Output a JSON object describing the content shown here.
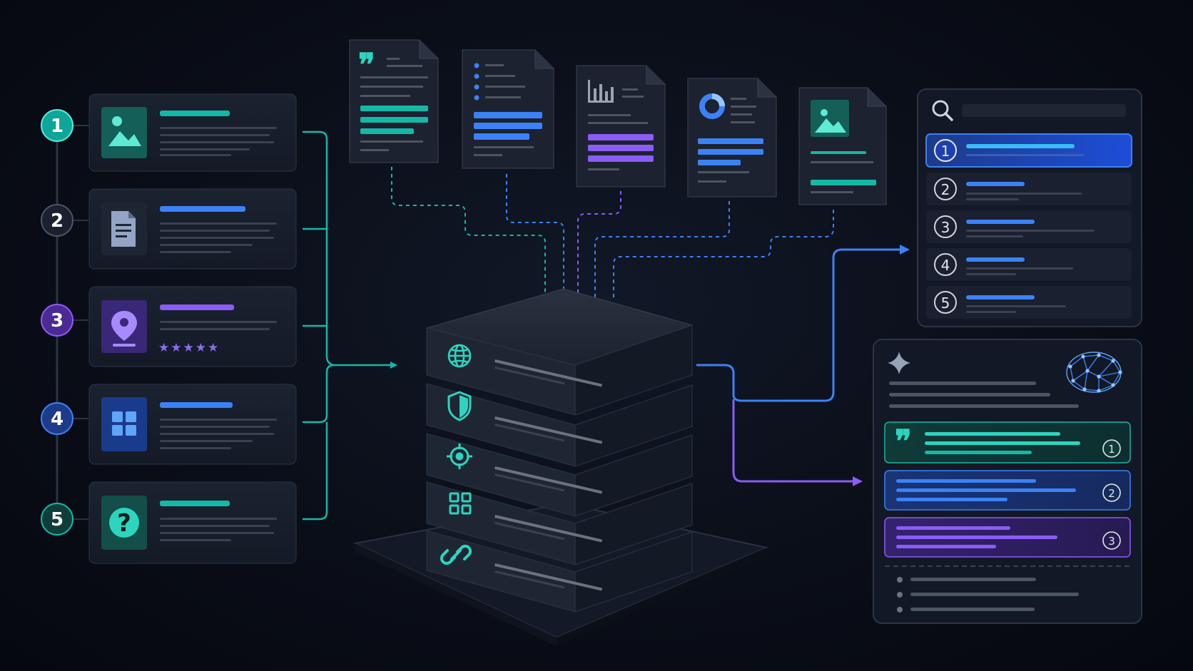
{
  "steps": [
    {
      "number": "1",
      "icon": "image-icon",
      "accent": "#14b8a6"
    },
    {
      "number": "2",
      "icon": "document-icon",
      "accent": "#3b82f6"
    },
    {
      "number": "3",
      "icon": "location-pin-icon",
      "accent": "#8b5cf6",
      "stars": "★★★★★"
    },
    {
      "number": "4",
      "icon": "grid-icon",
      "accent": "#3b82f6"
    },
    {
      "number": "5",
      "icon": "question-icon",
      "accent": "#14b8a6",
      "glyph": "?"
    }
  ],
  "documents": [
    {
      "icon": "quote-icon",
      "glyph": "❞"
    },
    {
      "icon": "list-icon"
    },
    {
      "icon": "bar-chart-icon"
    },
    {
      "icon": "donut-chart-icon"
    },
    {
      "icon": "image-icon"
    }
  ],
  "server_layers": [
    {
      "icon": "globe-icon"
    },
    {
      "icon": "shield-icon"
    },
    {
      "icon": "target-icon"
    },
    {
      "icon": "grid-icon"
    },
    {
      "icon": "link-icon"
    }
  ],
  "search_panel": {
    "icon": "search-icon",
    "results": [
      "1",
      "2",
      "3",
      "4",
      "5"
    ]
  },
  "answer_panel": {
    "icons": [
      "sparkle-icon",
      "brain-network-icon"
    ],
    "quote_glyph": "❞",
    "citations": [
      "1",
      "2",
      "3"
    ]
  },
  "colors": {
    "teal": "#14b8a6",
    "blue": "#3b82f6",
    "purple": "#8b5cf6",
    "background": "#080b14"
  }
}
